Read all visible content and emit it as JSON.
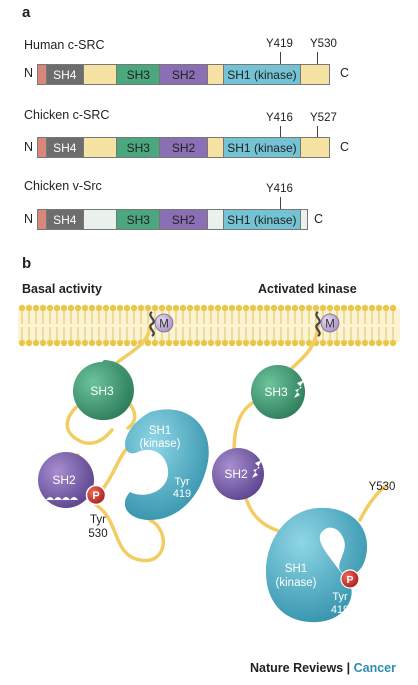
{
  "panel_a": {
    "letter": "a",
    "n_label": "N",
    "c_label": "C",
    "proteins": [
      {
        "name": "Human c-SRC",
        "markers": [
          "Y419",
          "Y530"
        ],
        "domains": [
          "SH4",
          "SH3",
          "SH2",
          "SH1 (kinase)"
        ]
      },
      {
        "name": "Chicken c-SRC",
        "markers": [
          "Y416",
          "Y527"
        ],
        "domains": [
          "SH4",
          "SH3",
          "SH2",
          "SH1 (kinase)"
        ]
      },
      {
        "name": "Chicken v-Src",
        "markers": [
          "Y416"
        ],
        "domains": [
          "SH4",
          "SH3",
          "SH2",
          "SH1 (kinase)"
        ]
      }
    ]
  },
  "panel_b": {
    "letter": "b",
    "left_title": "Basal activity",
    "right_title": "Activated kinase",
    "membrane_anchor": "M",
    "basal": {
      "sh3": "SH3",
      "sh1_line1": "SH1",
      "sh1_line2": "(kinase)",
      "tyr419_line1": "Tyr",
      "tyr419_line2": "419",
      "sh2": "SH2",
      "phospho": "P",
      "tyr530_line1": "Tyr",
      "tyr530_line2": "530"
    },
    "active": {
      "sh3": "SH3",
      "sh2": "SH2",
      "y530": "Y530",
      "sh1_line1": "SH1",
      "sh1_line2": "(kinase)",
      "phospho": "P",
      "tyr419_line1": "Tyr",
      "tyr419_line2": "419"
    }
  },
  "footer": {
    "journal": "Nature Reviews",
    "separator": "|",
    "section": "Cancer"
  },
  "colors": {
    "sh4": "#6d6d6d",
    "nterm": "#d9877a",
    "linker": "#f6e2a3",
    "sh3": "#4aa77e",
    "sh2": "#8a6fb5",
    "sh1": "#74c3d4",
    "ctail": "#f6e2a3",
    "ctail_v": "#eaf1ea",
    "membrane_head": "#e9c74a",
    "phospho": "#d2342a",
    "kinase_3d": "#4fb3c9"
  }
}
